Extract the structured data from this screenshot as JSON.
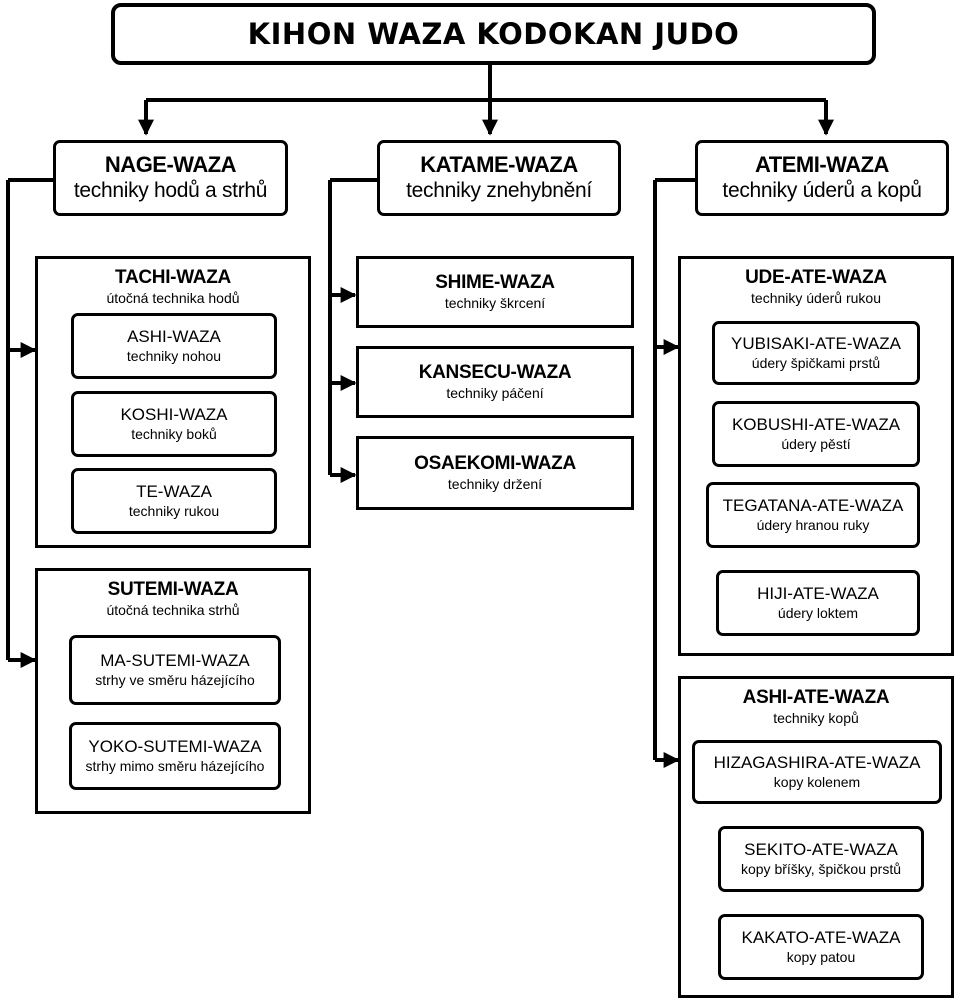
{
  "title": "KIHON WAZA KODOKAN JUDO",
  "categories": {
    "nage": {
      "title": "NAGE-WAZA",
      "subtitle": "techniky hodů a strhů"
    },
    "katame": {
      "title": "KATAME-WAZA",
      "subtitle": "techniky znehybnění"
    },
    "atemi": {
      "title": "ATEMI-WAZA",
      "subtitle": "techniky úderů a kopů"
    }
  },
  "nage": {
    "tachi": {
      "title": "TACHI-WAZA",
      "subtitle": "útočná technika hodů",
      "items": [
        {
          "title": "ASHI-WAZA",
          "subtitle": "techniky nohou"
        },
        {
          "title": "KOSHI-WAZA",
          "subtitle": "techniky boků"
        },
        {
          "title": "TE-WAZA",
          "subtitle": "techniky rukou"
        }
      ]
    },
    "sutemi": {
      "title": "SUTEMI-WAZA",
      "subtitle": "útočná technika strhů",
      "items": [
        {
          "title": "MA-SUTEMI-WAZA",
          "subtitle": "strhy ve směru házejícího"
        },
        {
          "title": "YOKO-SUTEMI-WAZA",
          "subtitle": "strhy mimo směru házejícího"
        }
      ]
    }
  },
  "katame": {
    "items": [
      {
        "title": "SHIME-WAZA",
        "subtitle": "techniky škrcení"
      },
      {
        "title": "KANSECU-WAZA",
        "subtitle": "techniky páčení"
      },
      {
        "title": "OSAEKOMI-WAZA",
        "subtitle": "techniky držení"
      }
    ]
  },
  "atemi": {
    "ude": {
      "title": "UDE-ATE-WAZA",
      "subtitle": "techniky úderů rukou",
      "items": [
        {
          "title": "YUBISAKI-ATE-WAZA",
          "subtitle": "údery špičkami prstů"
        },
        {
          "title": "KOBUSHI-ATE-WAZA",
          "subtitle": "údery pěstí"
        },
        {
          "title": "TEGATANA-ATE-WAZA",
          "subtitle": "údery hranou ruky"
        },
        {
          "title": "HIJI-ATE-WAZA",
          "subtitle": "údery loktem"
        }
      ]
    },
    "ashi": {
      "title": "ASHI-ATE-WAZA",
      "subtitle": "techniky kopů",
      "items": [
        {
          "title": "HIZAGASHIRA-ATE-WAZA",
          "subtitle": "kopy kolenem"
        },
        {
          "title": "SEKITO-ATE-WAZA",
          "subtitle": "kopy bříšky, špičkou prstů"
        },
        {
          "title": "KAKATO-ATE-WAZA",
          "subtitle": "kopy patou"
        }
      ]
    }
  }
}
